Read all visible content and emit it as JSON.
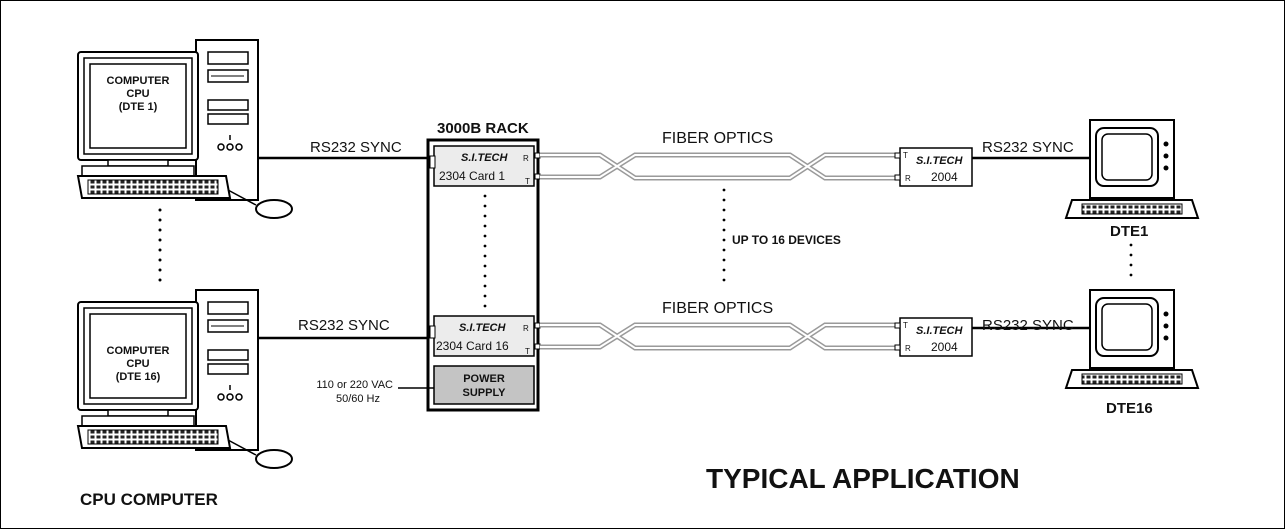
{
  "title": "TYPICAL APPLICATION",
  "left_group_label": "CPU COMPUTER",
  "rack": {
    "title": "3000B RACK",
    "card_top": {
      "brand": "S.I.TECH",
      "model": "2304 Card 1",
      "port_r": "R",
      "port_t": "T"
    },
    "card_bottom": {
      "brand": "S.I.TECH",
      "model": "2304 Card 16",
      "port_r": "R",
      "port_t": "T"
    },
    "power_supply": [
      "POWER",
      "SUPPLY"
    ]
  },
  "power_input": [
    "110 or 220 VAC",
    "50/60 Hz"
  ],
  "computers": [
    {
      "screen_lines": [
        "COMPUTER",
        "CPU",
        "(DTE 1)"
      ]
    },
    {
      "screen_lines": [
        "COMPUTER",
        "CPU",
        "(DTE 16)"
      ]
    }
  ],
  "links": [
    {
      "cpu_link": "RS232 SYNC",
      "fiber": "FIBER OPTICS",
      "remote_link": "RS232 SYNC"
    },
    {
      "cpu_link": "RS232 SYNC",
      "fiber": "FIBER OPTICS",
      "remote_link": "RS232 SYNC"
    }
  ],
  "fiber_note": "UP TO 16 DEVICES",
  "remote_units": [
    {
      "brand": "S.I.TECH",
      "model": "2004",
      "port_t": "T",
      "port_r": "R"
    },
    {
      "brand": "S.I.TECH",
      "model": "2004",
      "port_t": "T",
      "port_r": "R"
    }
  ],
  "terminals": [
    "DTE1",
    "DTE16"
  ],
  "colors": {
    "fiber": "#9a9a9a",
    "line": "#000000",
    "panel": "#e6e6e6",
    "power": "#bdbdbd"
  }
}
